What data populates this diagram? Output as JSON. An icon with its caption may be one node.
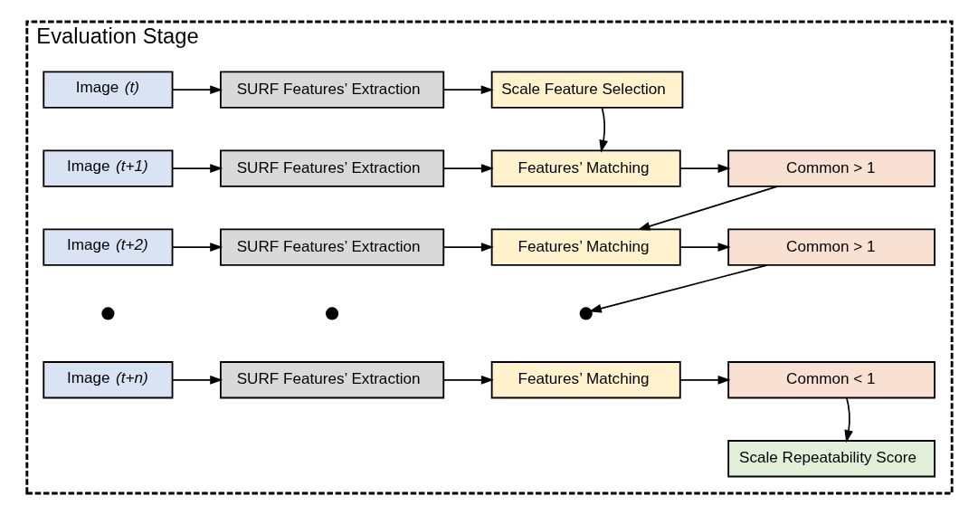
{
  "diagram": {
    "nodes": [
      {
        "text": [
          "Evaluation Stage"
        ]
      },
      {
        "text": [
          "Image *(t)*"
        ],
        "in": 0
      },
      {
        "text": [
          "SURF Features’ Extraction"
        ],
        "in": 0
      },
      {
        "text": [
          "Scale Feature Selection"
        ],
        "in": 0
      },
      {
        "text": [
          "Image *(t+1)*"
        ],
        "in": 0
      },
      {
        "text": [
          "SURF Features’ Extraction"
        ],
        "in": 0
      },
      {
        "text": [
          "Features’ Matching"
        ],
        "in": 0
      },
      {
        "text": [
          "Common > 1"
        ],
        "in": 0
      },
      {
        "text": [
          "Image *(t+2)*"
        ],
        "in": 0
      },
      {
        "text": [
          "SURF Features’ Extraction"
        ],
        "in": 0
      },
      {
        "text": [
          "Features’ Matching"
        ],
        "in": 0
      },
      {
        "text": [
          "Common > 1"
        ],
        "in": 0
      },
      {
        "text": [],
        "shape": "dots",
        "in": 0
      },
      {
        "text": [],
        "shape": "dots",
        "in": 0
      },
      {
        "text": [],
        "shape": "dots",
        "in": 0
      },
      {
        "text": [
          "Image *(t+n)*"
        ],
        "in": 0
      },
      {
        "text": [
          "SURF Features’ Extraction"
        ],
        "in": 0
      },
      {
        "text": [
          "Features’ Matching"
        ],
        "in": 0
      },
      {
        "text": [
          "Common < 1"
        ],
        "in": 0
      },
      {
        "text": [
          "Scale Repeatability Score"
        ],
        "in": 0
      }
    ],
    "edges": [
      {
        "from": 1,
        "to": 2,
        "arrow": "to"
      },
      {
        "from": 2,
        "to": 3,
        "arrow": "to"
      },
      {
        "from": 3,
        "to": 6,
        "arrow": "to"
      },
      {
        "from": 4,
        "to": 5,
        "arrow": "to"
      },
      {
        "from": 5,
        "to": 6,
        "arrow": "to"
      },
      {
        "from": 6,
        "to": 7,
        "arrow": "to"
      },
      {
        "from": 7,
        "to": 10,
        "arrow": "to"
      },
      {
        "from": 8,
        "to": 9,
        "arrow": "to"
      },
      {
        "from": 9,
        "to": 10,
        "arrow": "to"
      },
      {
        "from": 10,
        "to": 11,
        "arrow": "to"
      },
      {
        "from": 11,
        "to": 14,
        "arrow": "to"
      },
      {
        "from": 15,
        "to": 16,
        "arrow": "to"
      },
      {
        "from": 16,
        "to": 17,
        "arrow": "to"
      },
      {
        "from": 17,
        "to": 18,
        "arrow": "to"
      },
      {
        "from": 18,
        "to": 19,
        "arrow": "to"
      }
    ]
  }
}
